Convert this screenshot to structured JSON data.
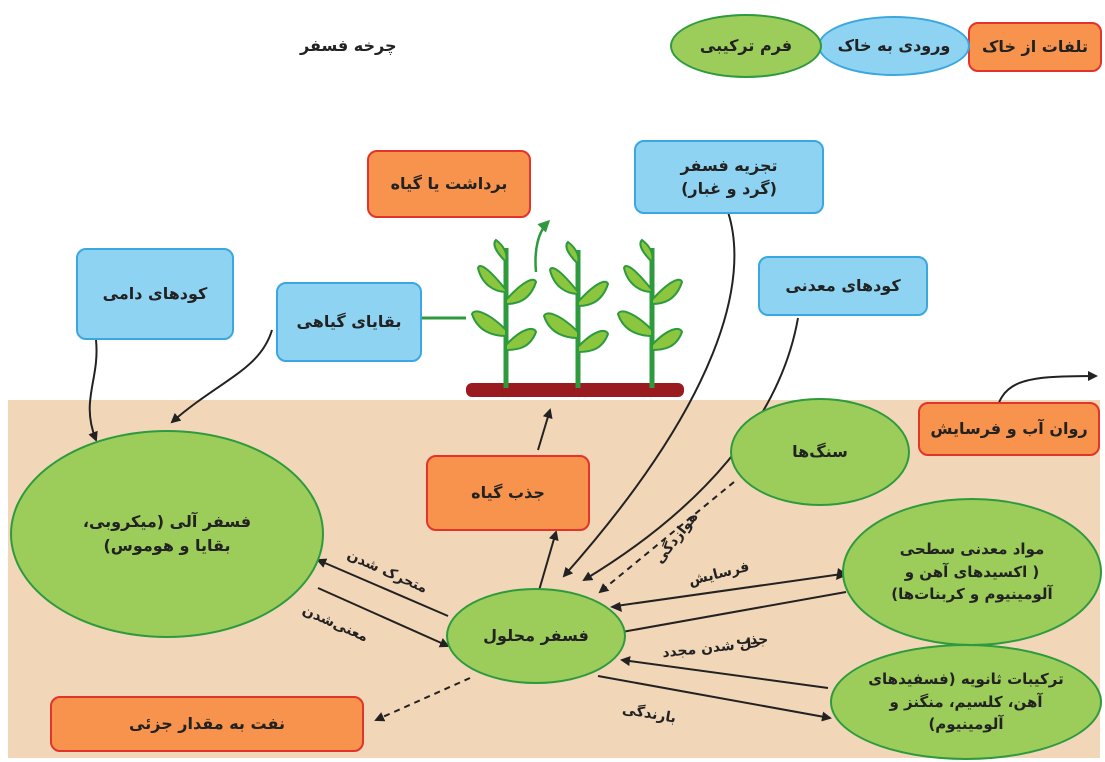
{
  "title": "چرخه فسفر",
  "legend": {
    "losses": "تلفات از خاک",
    "inputs": "ورودی به خاک",
    "forms": "فرم ترکیبی"
  },
  "boxes": {
    "harvest": "برداشت یا گیاه",
    "deposition": "تجزیه فسفر\n(گرد و غبار)",
    "animal_manure": "کودهای دامی",
    "plant_residue": "بقایای گیاهی",
    "mineral_fertilizer": "کودهای معدنی",
    "runoff": "روان آب و فرسایش",
    "plant_uptake": "جذب گیاه",
    "leaching": "نفت به مقدار جزئی"
  },
  "pools": {
    "organic": "فسفر آلی (میکروبی،\nبقایا و هوموس)",
    "rocks": "سنگ‌ها",
    "surface_minerals": "مواد معدنی سطحی\n( اکسیدهای آهن و\nآلومینیوم و کربنات‌ها)",
    "solution": "فسفر محلول",
    "secondary": "ترکیبات ثانویه (فسفیدهای\nآهن، کلسیم، منگنز و\nآلومینیوم)"
  },
  "processes": {
    "mineralization": "متحرک شدن",
    "immobilization": "معنی‌شدن",
    "weathering": "هوازدگی",
    "desorption": "فرسایش",
    "adsorption": "جذب",
    "dissolution": "حل شدن مجدد",
    "precipitation": "بارندگی"
  },
  "colors": {
    "loss_fill": "#f7934c",
    "loss_border": "#e2342b",
    "input_fill": "#8fd3f2",
    "input_border": "#3aa7de",
    "pool_fill": "#9ccc5a",
    "pool_border": "#2e9a3e",
    "soil": "#f2d6b8"
  }
}
